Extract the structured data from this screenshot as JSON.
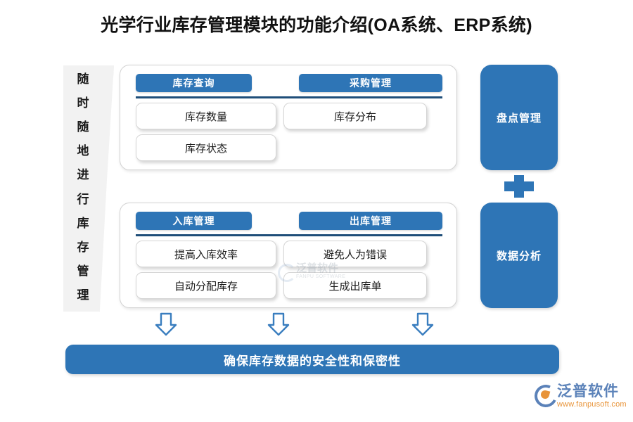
{
  "page": {
    "title": "光学行业库存管理模块的功能介绍(OA系统、ERP系统)",
    "accent_color": "#2e75b6",
    "divider_color": "#1f4e79",
    "banner_bg": "#f2f2f2"
  },
  "left_banner": {
    "name": "随时随地进行库存管理",
    "chars": [
      "随",
      "时",
      "随",
      "地",
      "进",
      "行",
      "库",
      "存",
      "管",
      "理"
    ]
  },
  "cards": [
    {
      "id": "card-top",
      "headers": [
        "库存查询",
        "采购管理"
      ],
      "left_items": [
        "库存数量",
        "库存状态"
      ],
      "right_items": [
        "库存分布"
      ]
    },
    {
      "id": "card-bottom",
      "headers": [
        "入库管理",
        "出库管理"
      ],
      "left_items": [
        "提高入库效率",
        "自动分配库存"
      ],
      "right_items": [
        "避免人为错误",
        "生成出库单"
      ]
    }
  ],
  "side_blocks": [
    {
      "label": "盘点管理"
    },
    {
      "label": "数据分析"
    }
  ],
  "connector": {
    "icon": "plus-icon"
  },
  "arrows": [
    {
      "icon": "arrow-down-icon"
    },
    {
      "icon": "arrow-down-icon"
    },
    {
      "icon": "arrow-down-icon"
    }
  ],
  "bottom_banner": {
    "label": "确保库存数据的安全性和保密性"
  },
  "watermark": {
    "cn": "泛普软件",
    "en": "FANPU SOFTWARE"
  },
  "logo": {
    "cn": "泛普软件",
    "url": "www.fanpusoft.com"
  }
}
